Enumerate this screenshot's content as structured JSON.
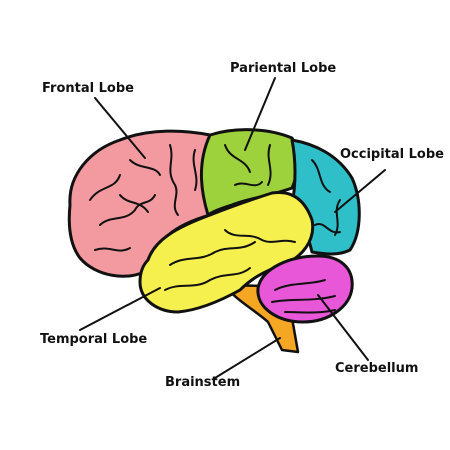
{
  "labels": {
    "frontal": "Frontal Lobe",
    "parietal": "Pariental Lobe",
    "occipital": "Occipital Lobe",
    "temporal": "Temporal Lobe",
    "brainstem": "Brainstem",
    "cerebellum": "Cerebellum"
  },
  "colors": {
    "frontal": "#F39AA0",
    "parietal": "#9ED23C",
    "occipital": "#2EBFC9",
    "temporal": "#F5F04E",
    "cerebellum": "#E857D8",
    "brainstem": "#F5A623",
    "outline": "#111111"
  }
}
